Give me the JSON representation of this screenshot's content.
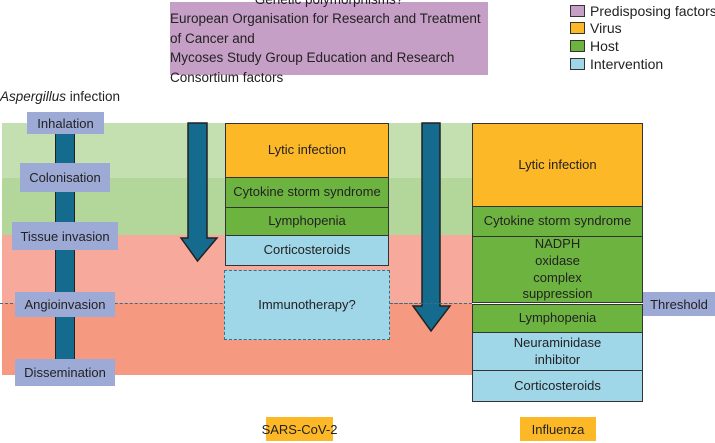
{
  "predisposing": {
    "lines": [
      "Genetic polymorphisms?",
      "European Organisation for Research and Treatment of Cancer and",
      "Mycoses Study Group Education and Research Consortium factors"
    ]
  },
  "legend": [
    {
      "label": "Predisposing factors",
      "color": "#c69fc6"
    },
    {
      "label": "Virus",
      "color": "#fdb827"
    },
    {
      "label": "Host",
      "color": "#6db33f"
    },
    {
      "label": "Intervention",
      "color": "#9fd6e8"
    }
  ],
  "infection": {
    "italic": "Aspergillus",
    "rest": " infection"
  },
  "stages": [
    "Inhalation",
    "Colonisation",
    "Tissue invasion",
    "Angioinvasion",
    "Dissemination"
  ],
  "threshold": "Threshold",
  "sars": {
    "label": "SARS-CoV-2",
    "boxes": [
      "Lytic infection",
      "Cytokine storm syndrome",
      "Lymphopenia",
      "Corticosteroids",
      "Immunotherapy?"
    ]
  },
  "influenza": {
    "label": "Influenza",
    "boxes": [
      "Lytic infection",
      "Cytokine storm syndrome",
      "NADPH oxidase complex suppression",
      "Lymphopenia",
      "Neuraminidase inhibitor",
      "Corticosteroids"
    ]
  }
}
